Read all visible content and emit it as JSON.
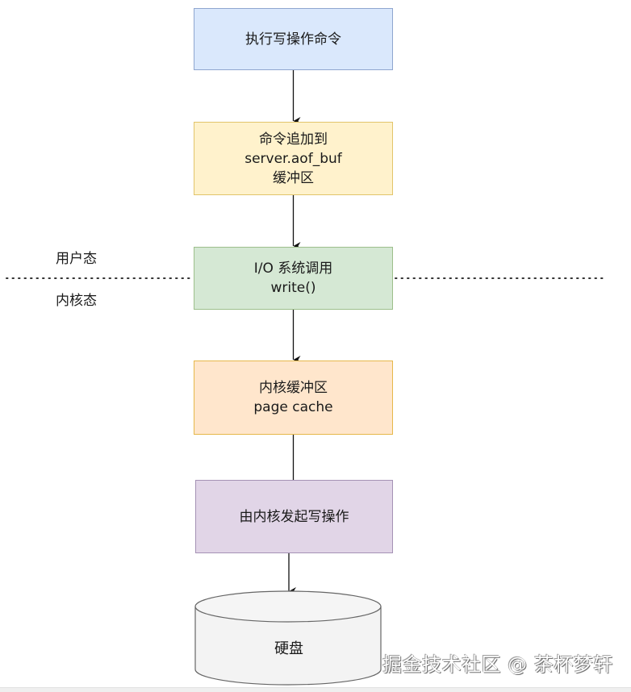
{
  "diagram": {
    "title": "AOF write flow",
    "nodes": [
      {
        "id": "exec-write",
        "lines": [
          "执行写操作命令"
        ],
        "fill": "#dae8fc",
        "stroke": "#6c8ebf"
      },
      {
        "id": "append-buf",
        "lines": [
          "命令追加到",
          "server.aof_buf",
          "缓冲区"
        ],
        "fill": "#fff2cc",
        "stroke": "#d6b656"
      },
      {
        "id": "syscall-write",
        "lines": [
          "I/O 系统调用",
          "write()"
        ],
        "fill": "#d5e8d4",
        "stroke": "#82b366"
      },
      {
        "id": "page-cache",
        "lines": [
          "内核缓冲区",
          "page cache"
        ],
        "fill": "#ffe6cc",
        "stroke": "#d79b00"
      },
      {
        "id": "kernel-write",
        "lines": [
          "由内核发起写操作"
        ],
        "fill": "#e1d5e7",
        "stroke": "#9673a6"
      },
      {
        "id": "disk",
        "lines": [
          "硬盘"
        ],
        "shape": "cylinder",
        "fill": "#f5f5f5",
        "stroke": "#666666"
      }
    ],
    "edges": [
      {
        "from": "exec-write",
        "to": "append-buf",
        "arrow": true
      },
      {
        "from": "append-buf",
        "to": "syscall-write",
        "arrow": true
      },
      {
        "from": "syscall-write",
        "to": "page-cache",
        "arrow": true
      },
      {
        "from": "page-cache",
        "to": "kernel-write",
        "arrow": false
      },
      {
        "from": "kernel-write",
        "to": "disk",
        "arrow": true
      }
    ],
    "boundary": {
      "upper_label": "用户态",
      "lower_label": "内核态",
      "style": "dotted"
    }
  },
  "watermark": "掘金技术社区 @ 茶杯梦轩"
}
